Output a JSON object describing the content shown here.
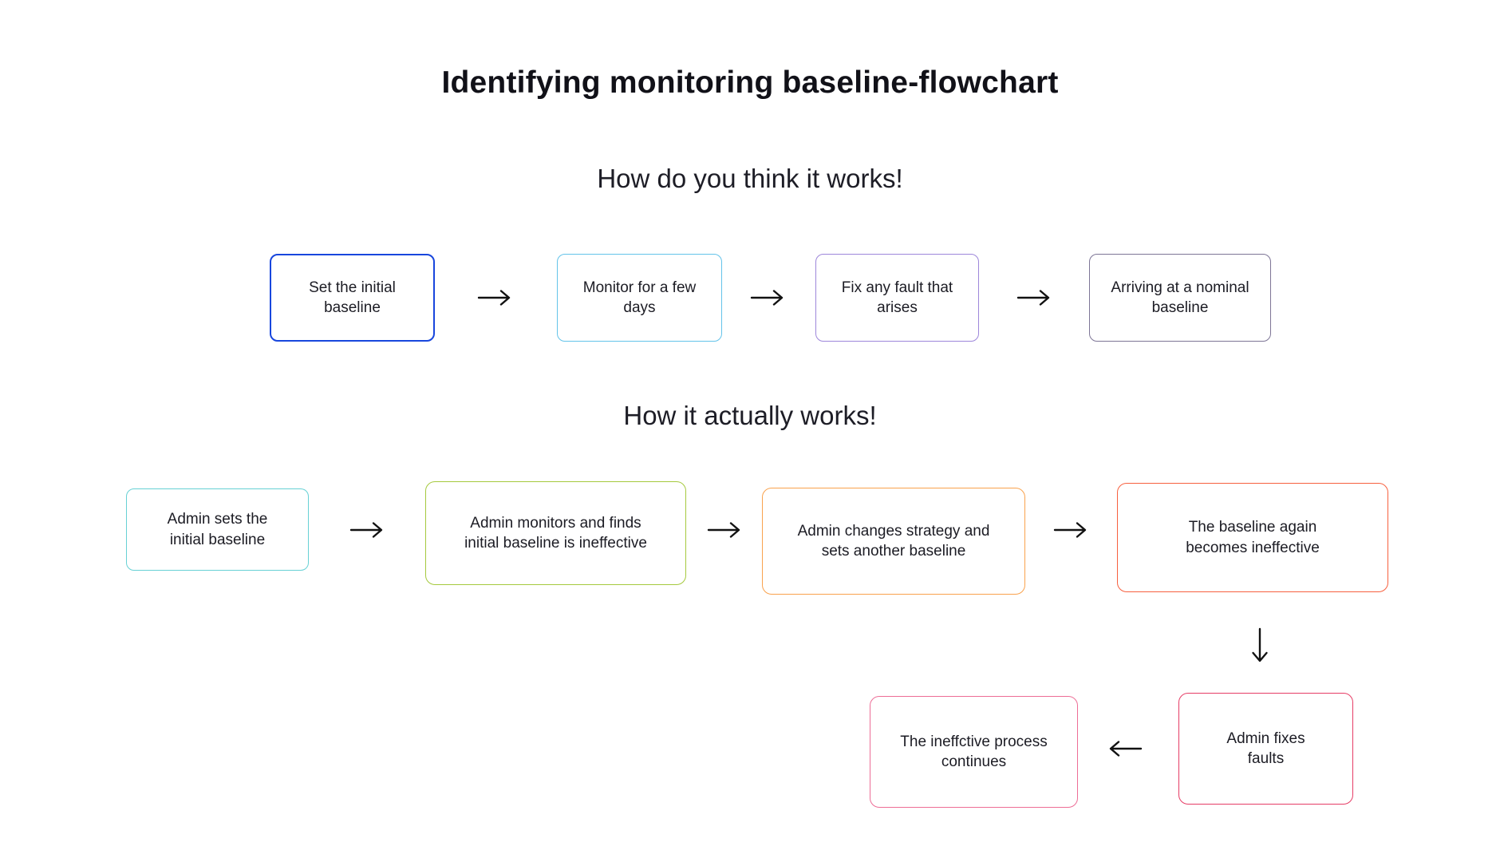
{
  "page": {
    "title": "Identifying monitoring baseline-flowchart"
  },
  "sections": {
    "expected": {
      "heading": "How do you think it works!",
      "nodes": [
        {
          "label": "Set the initial baseline",
          "border": "#1846dd"
        },
        {
          "label": "Monitor for a few days",
          "border": "#63c3ea"
        },
        {
          "label": "Fix any fault that arises",
          "border": "#9d86da"
        },
        {
          "label": "Arriving at a nominal baseline",
          "border": "#7d7596"
        }
      ]
    },
    "actual": {
      "heading": "How it actually works!",
      "nodes": [
        {
          "label": "Admin sets the initial baseline",
          "border": "#67d1d5"
        },
        {
          "label": "Admin monitors and finds initial baseline is ineffective",
          "border": "#a5c93d"
        },
        {
          "label": "Admin changes strategy and sets another baseline",
          "border": "#f9a24d"
        },
        {
          "label": "The baseline again becomes ineffective",
          "border": "#f7603f"
        },
        {
          "label": "Admin fixes faults",
          "border": "#e63d66"
        },
        {
          "label": "The ineffctive process continues",
          "border": "#ed6d96"
        }
      ]
    }
  },
  "arrow_color": "#121212"
}
